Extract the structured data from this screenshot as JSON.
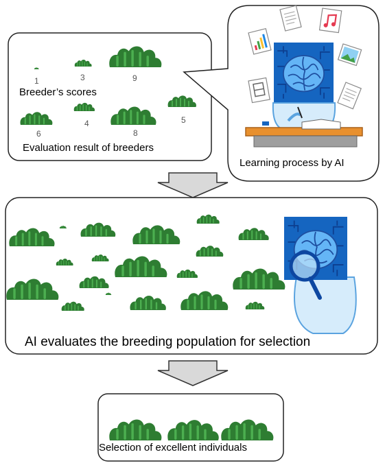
{
  "panels": {
    "breeder_panel": {
      "scores_label": "Breeder’s scores",
      "result_label": "Evaluation result of breeders",
      "scores": [
        "1",
        "3",
        "9",
        "6",
        "4",
        "8",
        "5"
      ]
    },
    "ai_learning_panel": {
      "label": "Learning process by AI"
    },
    "population_panel": {
      "label": "AI evaluates the breeding population for selection"
    },
    "selection_panel": {
      "label": "Selection of excellent individuals"
    }
  },
  "colors": {
    "bush_dark": "#2e7d32",
    "bush_light": "#4caf50",
    "ai_chip_blue": "#1565c0",
    "brain_blue": "#64b5f6",
    "arrow_gray": "#d9d9d9",
    "desk_orange": "#e8902e"
  },
  "icons": [
    "bush-icon",
    "ai-robot-icon",
    "document-icon",
    "music-note-icon",
    "chart-icon",
    "image-icon",
    "magnifier-icon",
    "down-arrow-icon"
  ]
}
